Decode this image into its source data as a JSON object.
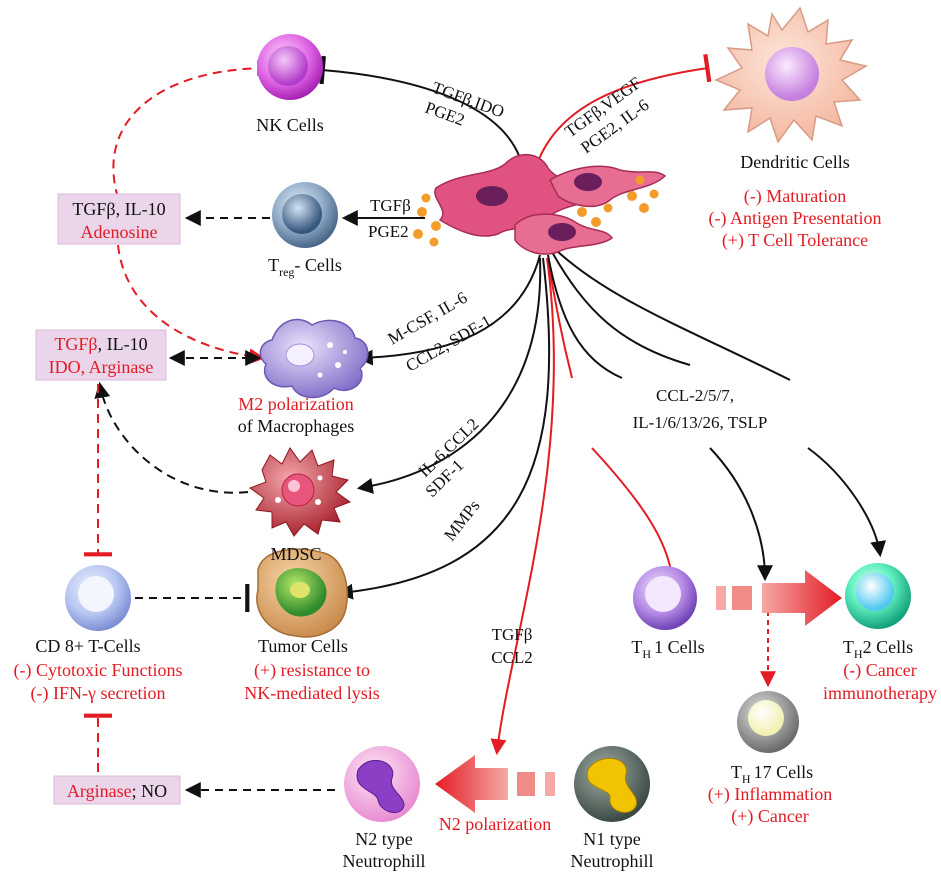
{
  "colors": {
    "red": "#e31b23",
    "black": "#111111",
    "box_fill": "#ead5ea",
    "caf_pink": "#e0527f",
    "dot_orange": "#f39c2c"
  },
  "cells": {
    "nk": "NK Cells",
    "treg_main": "T",
    "treg_sub": "reg",
    "treg_rest": "- Cells",
    "dendritic": "Dendritic Cells",
    "m2_line1": "M2 polarization",
    "m2_line2": "of Macrophages",
    "mdsc": "MDSC",
    "cd8": "CD 8+ T-Cells",
    "tumor": "Tumor Cells",
    "th1_main": "T",
    "th1_sub": "H",
    "th1_rest": "1 Cells",
    "th2_main": "T",
    "th2_sub": "H",
    "th2_rest": "2 Cells",
    "th17_main": "T",
    "th17_sub": "H",
    "th17_rest": "17 Cells",
    "n2_line1": "N2 type",
    "n2_line2": "Neutrophill",
    "n1_line1": "N1 type",
    "n1_line2": "Neutrophill"
  },
  "effects": {
    "dendritic": [
      "(-) Maturation",
      "(-) Antigen Presentation",
      "(+) T Cell Tolerance"
    ],
    "cd8": [
      "(-) Cytotoxic Functions",
      "(-) IFN-γ secretion"
    ],
    "tumor": [
      "(+) resistance to",
      "NK-mediated lysis"
    ],
    "th2": [
      "(-) Cancer",
      "immunotherapy"
    ],
    "th17": [
      "(+) Inflammation",
      "(+) Cancer"
    ],
    "n2": "N2 polarization"
  },
  "boxes": {
    "box1_line1": "TGFβ, IL-10",
    "box1_line2": "Adenosine",
    "box2_line1_red": "TGFβ",
    "box2_line1_black": ", IL-10",
    "box2_line2": "IDO, Arginase",
    "box3_red": "Arginase",
    "box3_black": "; NO"
  },
  "signals": {
    "nk_1": "TGFβ,IDO",
    "nk_2": "PGE2",
    "dc_1": "TGFβ,VEGF",
    "dc_2": "PGE2, IL-6",
    "treg_1": "TGFβ",
    "treg_2": "PGE2",
    "mac_1": "M-CSF, IL-6",
    "mac_2": "CCL2, SDF-1",
    "mdsc_1": "IL-6,CCL2",
    "mdsc_2": "SDF-1",
    "tumor_1": "MMPs",
    "neut_1": "TGFβ",
    "neut_2": "CCL2",
    "th_1": "CCL-2/5/7,",
    "th_2": "IL-1/6/13/26, TSLP"
  }
}
